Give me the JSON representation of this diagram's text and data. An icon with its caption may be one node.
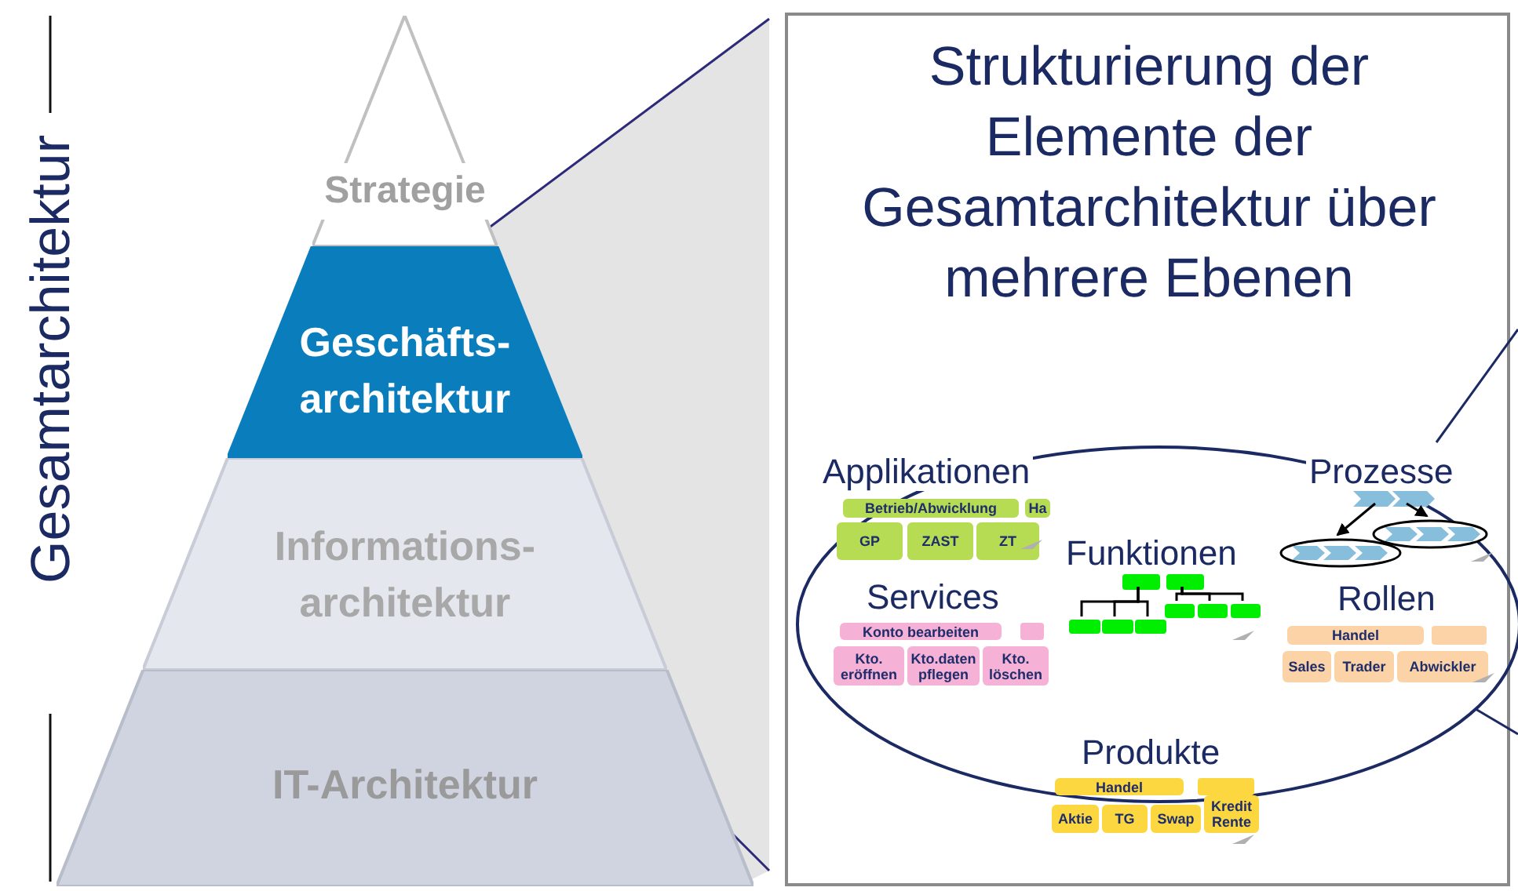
{
  "diagram": {
    "nodes": [
      {
        "text": [
          "Strategie"
        ]
      },
      {
        "text": [
          "Geschäfts- architektur"
        ]
      },
      {
        "text": [
          "Informations- architektur"
        ]
      },
      {
        "text": [
          "IT-Architektur"
        ]
      },
      {
        "text": [
          "Strukturierung der Elemente der Gesamtarchitektur über mehrere Ebenen"
        ]
      },
      {
        "text": [],
        "shape": "ellipse",
        "in": 4
      },
      {
        "text": [
          "Betrieb/Abwicklung"
        ],
        "in": 5
      },
      {
        "text": [
          "Ha"
        ],
        "in": 5
      },
      {
        "text": [
          "GP"
        ],
        "in": 5
      },
      {
        "text": [
          "ZAST"
        ],
        "in": 5
      },
      {
        "text": [
          "ZT"
        ],
        "in": 5
      },
      {
        "text": [],
        "shape": "box",
        "in": 5
      },
      {
        "text": [],
        "shape": "box",
        "in": 5
      },
      {
        "text": [],
        "shape": "box",
        "in": 5
      },
      {
        "text": [],
        "shape": "box",
        "in": 5
      },
      {
        "text": [],
        "shape": "box",
        "in": 5
      },
      {
        "text": [],
        "shape": "box",
        "in": 5
      },
      {
        "text": [],
        "shape": "box",
        "in": 5
      },
      {
        "text": [],
        "shape": "box",
        "in": 5
      },
      {
        "text": [
          "Konto bearbeiten"
        ],
        "in": 5
      },
      {
        "text": [],
        "shape": "box",
        "in": 5
      },
      {
        "text": [
          "Kto. eröffnen"
        ],
        "in": 5
      },
      {
        "text": [
          "Kto.daten pflegen"
        ],
        "in": 5
      },
      {
        "text": [
          "Kto. löschen"
        ],
        "in": 5
      },
      {
        "text": [],
        "shape": "bar",
        "in": 5
      },
      {
        "text": [],
        "shape": "ellipse",
        "in": 5
      },
      {
        "text": [],
        "shape": "ellipse",
        "in": 5
      },
      {
        "text": [
          "Handel"
        ],
        "in": 5
      },
      {
        "text": [],
        "shape": "box",
        "in": 5
      },
      {
        "text": [
          "Sales"
        ],
        "in": 5
      },
      {
        "text": [
          "Trader"
        ],
        "in": 5
      },
      {
        "text": [
          "Abwickler"
        ],
        "in": 5
      },
      {
        "text": [
          "Handel"
        ],
        "in": 5
      },
      {
        "text": [],
        "shape": "box",
        "in": 5
      },
      {
        "text": [
          "Aktie"
        ],
        "in": 4
      },
      {
        "text": [
          "TG"
        ],
        "in": 4
      },
      {
        "text": [
          "Swap"
        ],
        "in": 4
      },
      {
        "text": [
          "Kredit Rente"
        ],
        "in": 4
      }
    ],
    "edges": [
      {
        "from": 11,
        "to": 13,
        "arrow": "none"
      },
      {
        "from": 11,
        "to": 14,
        "arrow": "none"
      },
      {
        "from": 11,
        "to": 15,
        "arrow": "none"
      },
      {
        "from": 12,
        "to": 16,
        "arrow": "none"
      },
      {
        "from": 12,
        "to": 17,
        "arrow": "none"
      },
      {
        "from": 12,
        "to": 18,
        "arrow": "none"
      },
      {
        "from": 24,
        "to": 25,
        "arrow": "to"
      },
      {
        "from": 24,
        "to": 26,
        "arrow": "to"
      }
    ],
    "labels": [
      "Gesamtarchitektur",
      "Applikationen",
      "Prozesse",
      "Funktionen",
      "Services",
      "Rollen",
      "Produkte"
    ]
  }
}
